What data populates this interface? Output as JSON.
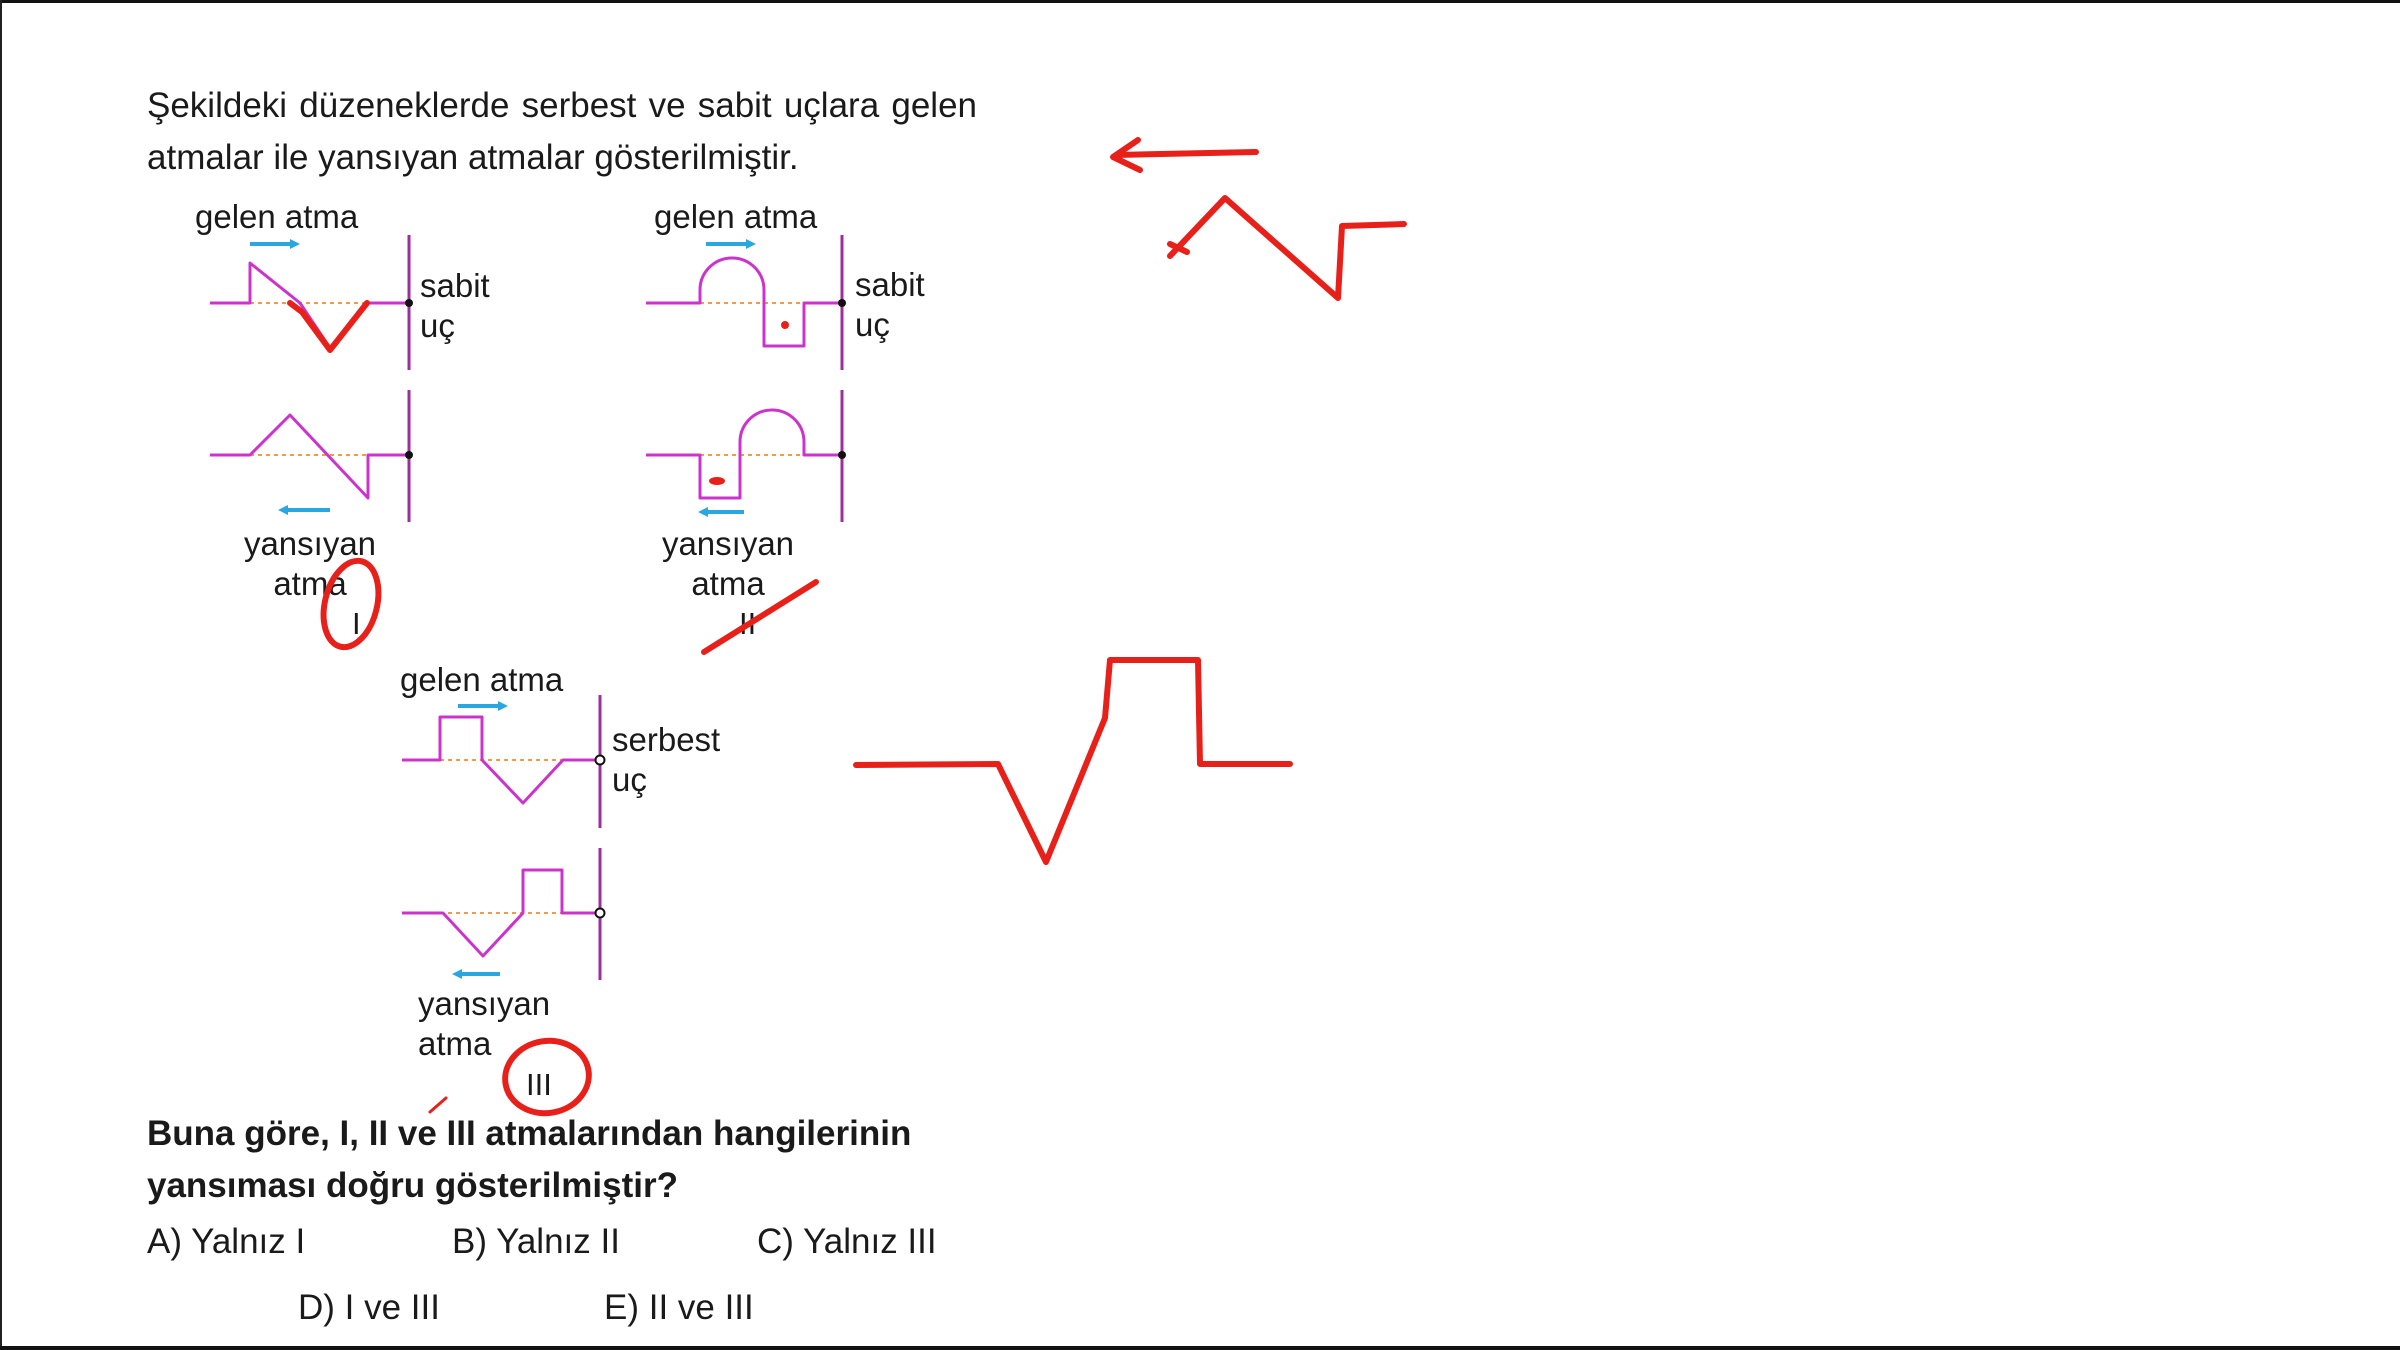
{
  "question": {
    "intro": "Şekildeki düzeneklerde serbest ve sabit uçlara gelen atmalar ile yansıyan atmalar gösterilmiştir.",
    "prompt": "Buna göre, I, II ve III atmalarından hangilerinin yansıması doğru gösterilmiştir?"
  },
  "figures": [
    {
      "id": "I",
      "incoming_label": "gelen atma",
      "end_label_1": "sabit",
      "end_label_2": "uç",
      "reflected_label_1": "yansıyan",
      "reflected_label_2": "atma",
      "roman": "I"
    },
    {
      "id": "II",
      "incoming_label": "gelen atma",
      "end_label_1": "sabit",
      "end_label_2": "uç",
      "reflected_label_1": "yansıyan",
      "reflected_label_2": "atma",
      "roman": "II"
    },
    {
      "id": "III",
      "incoming_label": "gelen atma",
      "end_label_1": "serbest",
      "end_label_2": "uç",
      "reflected_label_1": "yansıyan",
      "reflected_label_2": "atma",
      "roman": "III"
    }
  ],
  "options": [
    {
      "letter": "A",
      "text": "A) Yalnız I"
    },
    {
      "letter": "B",
      "text": "B) Yalnız II"
    },
    {
      "letter": "C",
      "text": "C) Yalnız III"
    },
    {
      "letter": "D",
      "text": "D) I ve III"
    },
    {
      "letter": "E",
      "text": "E) II ve III"
    }
  ],
  "colors": {
    "wave": "#cc33cc",
    "arrow": "#2aa7e0",
    "equilibrium": "#f39a4a",
    "annotation": "#e8201a",
    "text": "#1a1a1a"
  },
  "annotations": {
    "figure_I_roman_circled": true,
    "figure_II_roman_crossed_out": true,
    "figure_III_roman_circled": true
  }
}
